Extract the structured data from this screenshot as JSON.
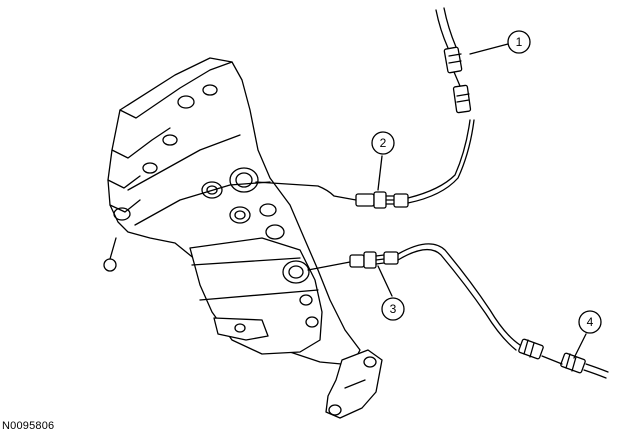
{
  "figure_id": "N0095806",
  "callouts": [
    {
      "label": "1"
    },
    {
      "label": "2"
    },
    {
      "label": "3"
    },
    {
      "label": "4"
    }
  ],
  "colors": {
    "line": "#000000",
    "fill": "#ffffff",
    "shade": "#d9d9d9"
  }
}
